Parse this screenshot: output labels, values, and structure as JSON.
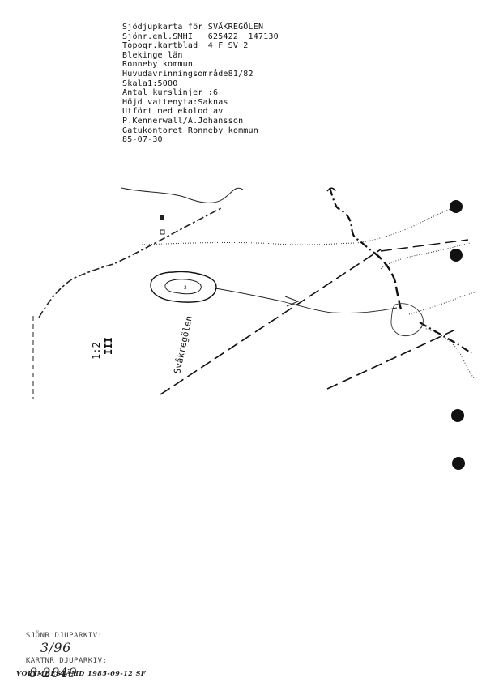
{
  "header": {
    "lines": [
      "Sjödjupkarta för SVÄKREGÖLEN",
      "Sjönr.enl.SMHI   625422  147130",
      "Topogr.kartblad  4 F SV 2",
      "Blekinge län",
      "Ronneby kommun",
      "Huvudavrinningsområde81/82",
      "Skala1:5000",
      "Antal kurslinjer :6",
      "Höjd vattenyta:Saknas",
      "Utfört med ekolod av",
      "P.Kennerwall/A.Johansson",
      "Gatukontoret Ronneby kommun",
      "85-07-30"
    ]
  },
  "map": {
    "lake_label": "Svåkregölen",
    "grid_label_top": "1:2",
    "grid_label_bottom": "III",
    "depth_label": "2"
  },
  "footer": {
    "archive_label": "SJÖNR DJUPARKIV:",
    "archive_value": "3/96",
    "chart_archive_label": "KARTNR DJUPARKIV:",
    "chart_archive_value": "8-2849",
    "volume_note": "VOLYMBESTÄMD 1985-09-12 SF"
  }
}
